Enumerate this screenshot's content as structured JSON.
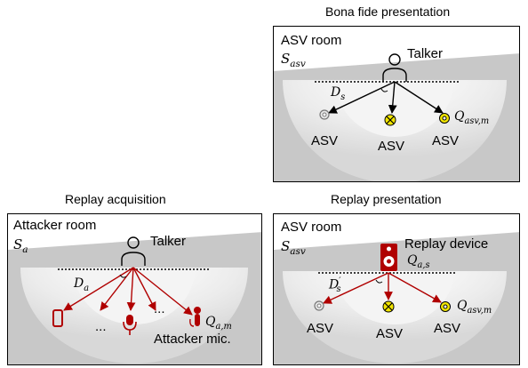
{
  "captions": {
    "bona_fide": "Bona fide presentation",
    "replay_acquisition": "Replay acquisition",
    "replay_presentation": "Replay presentation"
  },
  "bona_fide_panel": {
    "room": "ASV room",
    "room_symbol": "S",
    "room_symbol_sub": "asv",
    "talker": "Talker",
    "distance_symbol": "D",
    "distance_sub": "s",
    "mic_label": "ASV",
    "mic_symbol": "Q",
    "mic_symbol_sub": "asv,m"
  },
  "acquisition_panel": {
    "room": "Attacker room",
    "room_symbol": "S",
    "room_symbol_sub": "a",
    "talker": "Talker",
    "distance_symbol": "D",
    "distance_sub": "a",
    "mic_label": "Attacker mic.",
    "mic_symbol": "Q",
    "mic_symbol_sub": "a,m",
    "ellipsis": "..."
  },
  "presentation_panel": {
    "room": "ASV room",
    "room_symbol": "S",
    "room_symbol_sub": "asv",
    "device": "Replay device",
    "device_symbol": "Q",
    "device_symbol_sub": "a,s",
    "distance_symbol": "D",
    "distance_sup": "′",
    "distance_sub": "s",
    "mic_label": "ASV",
    "mic_symbol": "Q",
    "mic_symbol_sub": "asv,m"
  },
  "colors": {
    "attack_red": "#b00000",
    "mic_yellow": "#f2e600",
    "room_gray": "#c8c8c8",
    "stage_light": "#e2e2e2"
  }
}
